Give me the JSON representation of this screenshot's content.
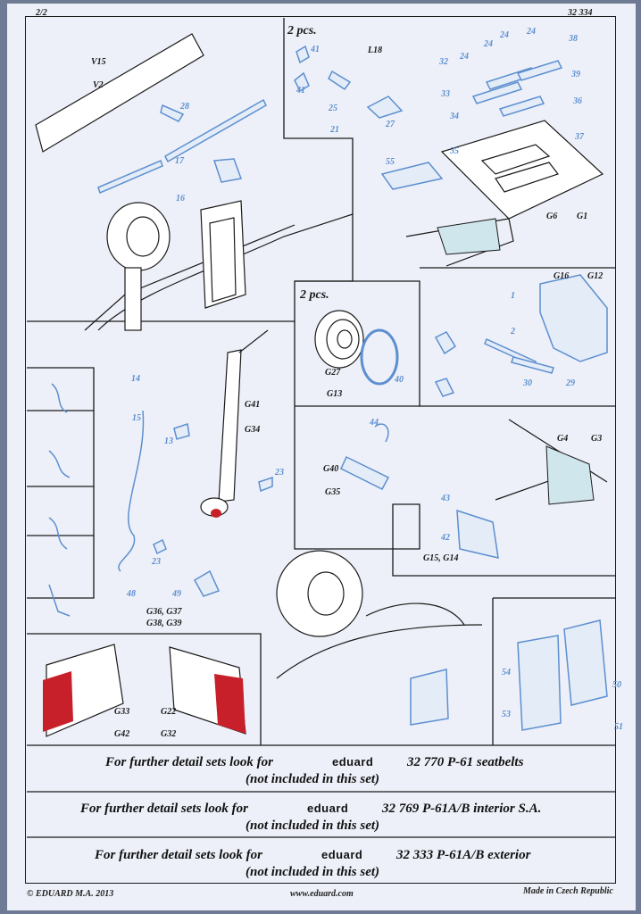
{
  "header": {
    "page": "2/2",
    "set_number": "32 334"
  },
  "qty_labels": [
    "2 pcs.",
    "2 pcs."
  ],
  "parts": [
    "V15",
    "V2",
    "28",
    "17",
    "16",
    "41",
    "L18",
    "41",
    "25",
    "21",
    "27",
    "24",
    "24",
    "24",
    "24",
    "38",
    "39",
    "32",
    "33",
    "36",
    "37",
    "34",
    "35",
    "55",
    "G6",
    "G1",
    "G16",
    "G12",
    "1",
    "2",
    "30",
    "29",
    "G27",
    "G13",
    "40",
    "14",
    "15",
    "13",
    "G41",
    "G34",
    "23",
    "23",
    "44",
    "G40",
    "G35",
    "G4",
    "G3",
    "43",
    "42",
    "G15, G14",
    "48",
    "49",
    "G36, G37",
    "G38, G39",
    "G33",
    "G42",
    "G22",
    "G32",
    "54",
    "53",
    "50",
    "51"
  ],
  "further_sets": [
    {
      "prefix": "For further detail sets look for",
      "brand": "eduard",
      "set": "32 770 P-61 seatbelts",
      "note": "(not included in this set)"
    },
    {
      "prefix": "For further detail sets look for",
      "brand": "eduard",
      "set": "32 769 P-61A/B interior S.A.",
      "note": "(not included in this set)"
    },
    {
      "prefix": "For further detail sets look for",
      "brand": "eduard",
      "set": "32 333 P-61A/B exterior",
      "note": "(not included in this set)"
    }
  ],
  "footer": {
    "copyright": "© EDUARD  M.A. 2013",
    "website": "www.eduard.com",
    "made_in": "Made in Czech Republic"
  },
  "colors": {
    "part_blue": "#5d8fd0",
    "red": "#c8202a",
    "ink": "#1a1a1a",
    "paper": "#edf0f8",
    "glass": "#cfe6ec"
  }
}
